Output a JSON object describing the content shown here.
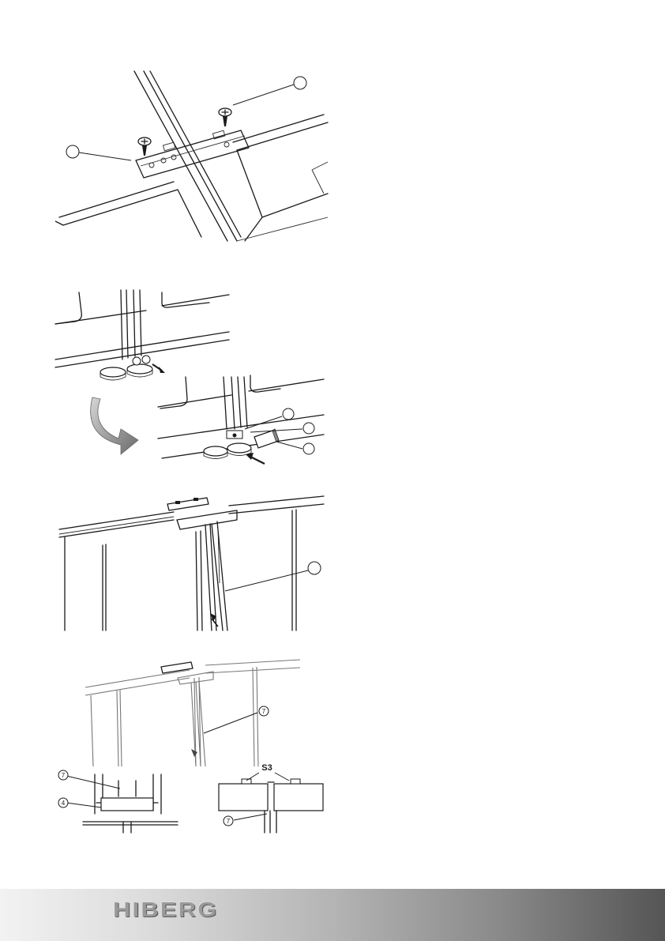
{
  "figures": {
    "step4": {
      "callout_7_top": "7",
      "callout_4_left": "4",
      "callout_7_bottom": "7",
      "screw_label": "S3"
    }
  },
  "footer": {
    "brand": "HIBERG"
  },
  "colors": {
    "line": "#1a1a1a",
    "footer_gradient_start": "#f2f2f2",
    "footer_gradient_end": "#555555",
    "brand_text": "#9a9a9a"
  }
}
